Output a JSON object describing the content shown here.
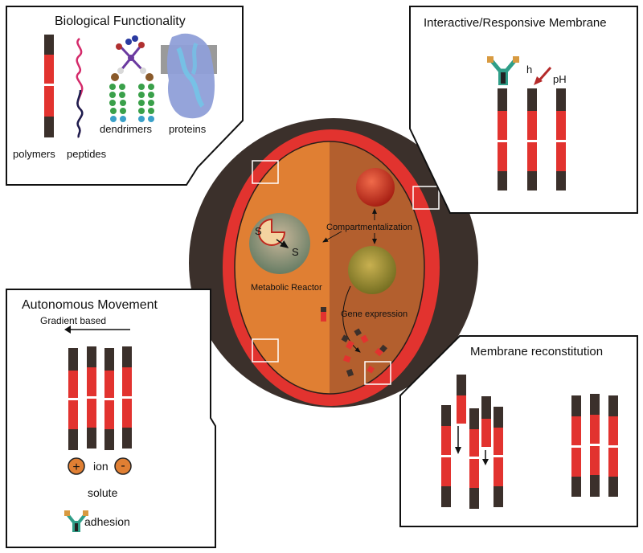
{
  "panels": {
    "bio_func": {
      "title": "Biological Functionality",
      "labels": [
        "polymers",
        "peptides",
        "dendrimers",
        "proteins"
      ]
    },
    "membrane": {
      "title": "Interactive/Responsive Membrane",
      "labels": [
        "h",
        "pH"
      ]
    },
    "movement": {
      "title": "Autonomous Movement",
      "gradient": "Gradient based",
      "ion": "ion",
      "plus": "+",
      "minus": "-",
      "solute": "solute",
      "adhesion": "adhesion"
    },
    "reconstitution": {
      "title": "Membrane reconstitution"
    }
  },
  "cell": {
    "compartmentalization": "Compartmentalization",
    "metabolic_reactor": "Metabolic Reactor",
    "gene_expression": "Gene expression",
    "substrate": "S",
    "product": "S"
  },
  "colors": {
    "dark": "#3b302b",
    "red": "#e2332f",
    "orange": "#e07f33",
    "brown_orange": "#b35f2e",
    "outline": "#111111"
  },
  "icons": [
    "antibody-icon",
    "arrow-icon",
    "enzyme-icon"
  ]
}
